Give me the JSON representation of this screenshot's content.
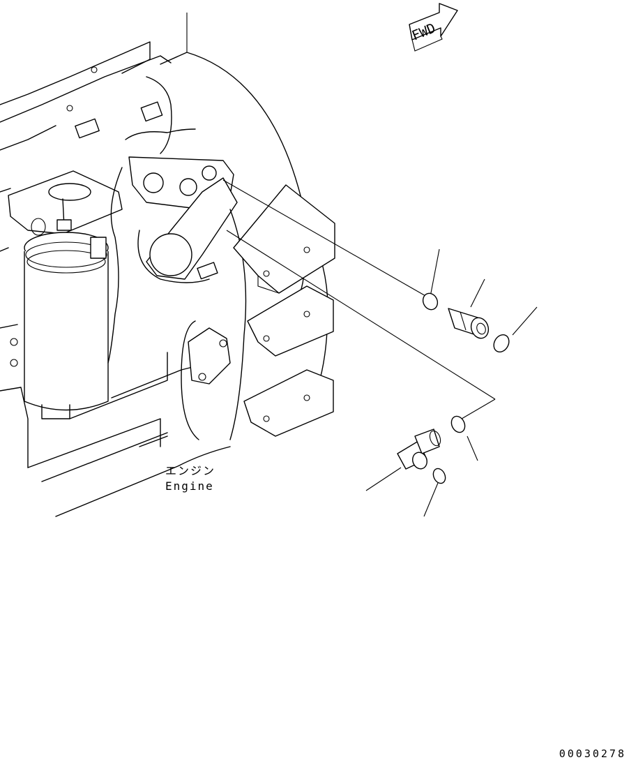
{
  "fwd_label": "FWD",
  "engine_label_jp": "エンジン",
  "engine_label_en": "Engine",
  "drawing_code": "00030278",
  "colors": {
    "line": "#000000",
    "background": "#ffffff"
  }
}
